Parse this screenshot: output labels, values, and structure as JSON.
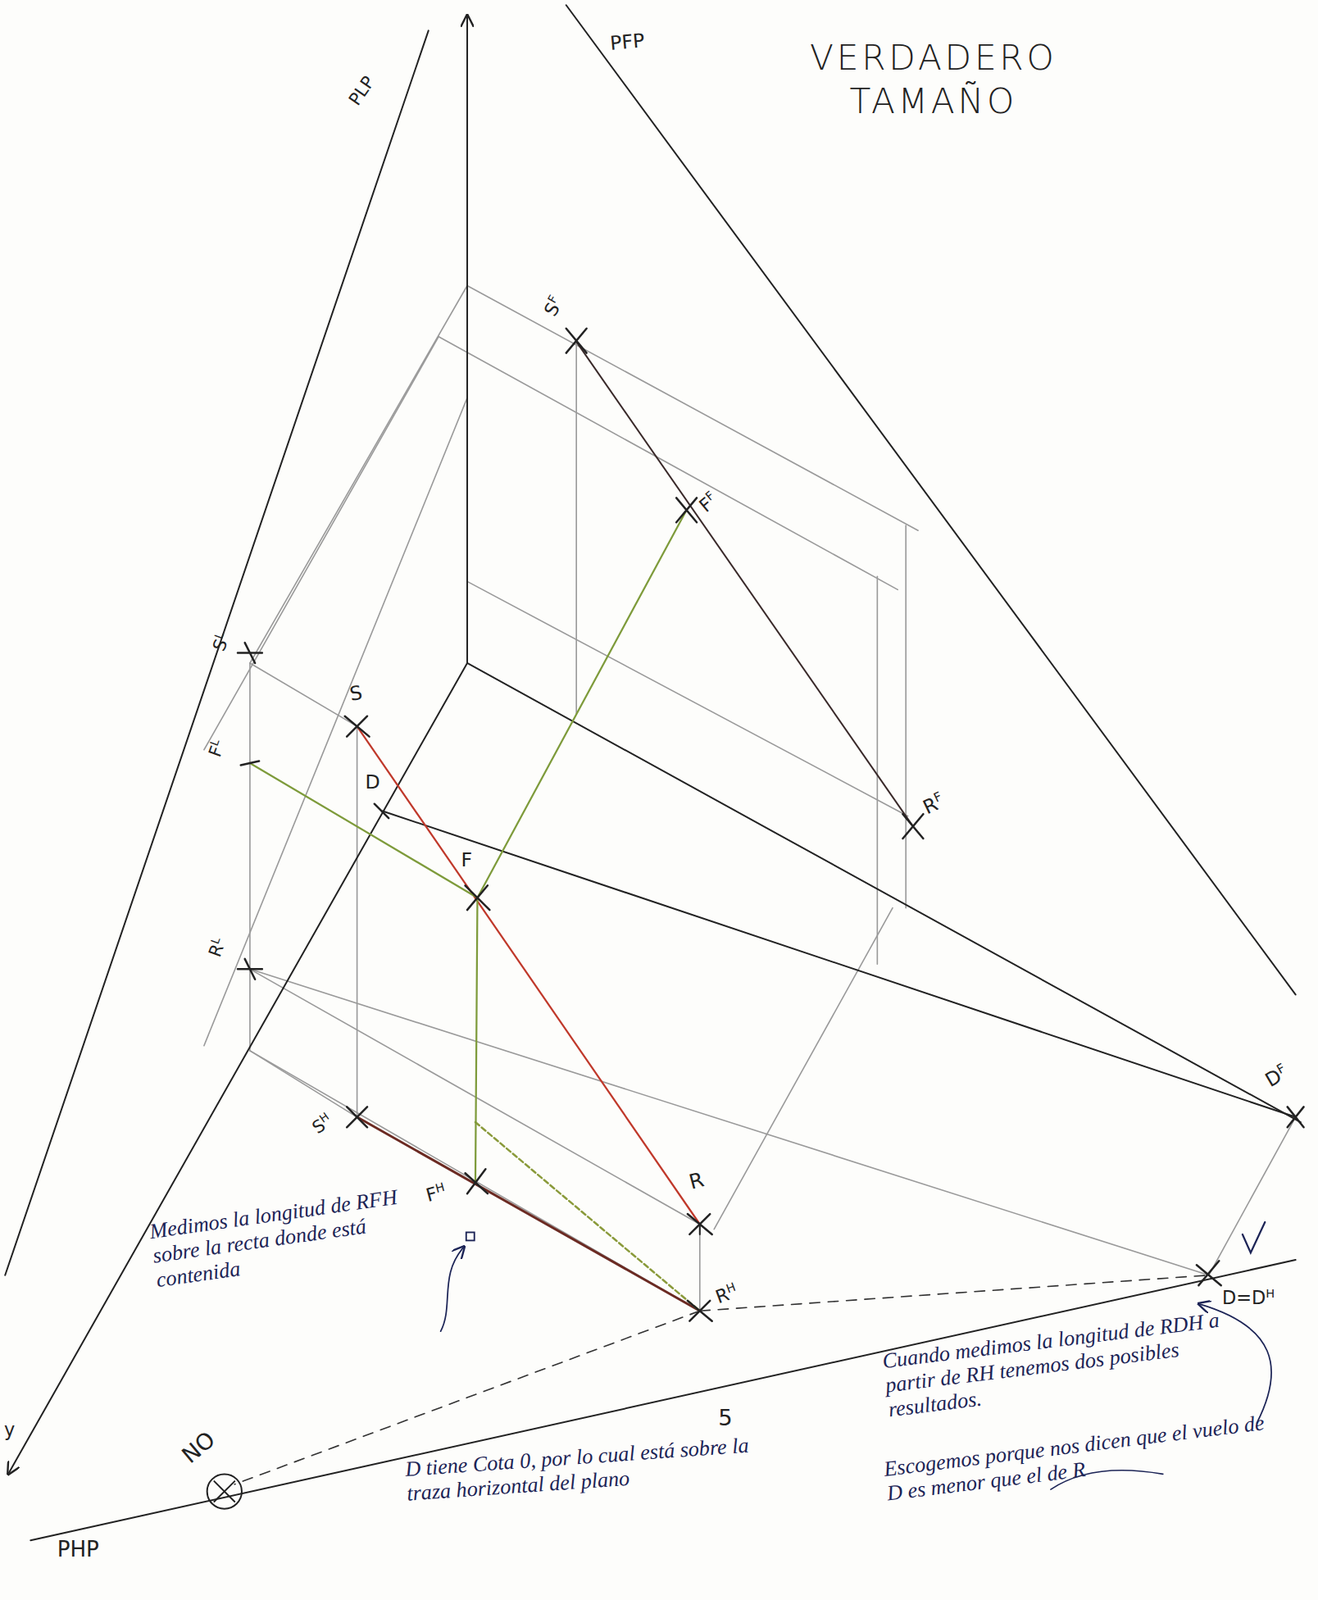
{
  "diagram": {
    "title": "VERDADERO TAMAÑO",
    "labels": [
      "PFP",
      "PLP",
      "SF",
      "FF",
      "SL",
      "S",
      "FL",
      "D",
      "F",
      "RF",
      "RL",
      "DF",
      "SH",
      "FH",
      "R",
      "RH",
      "D=DH",
      "y",
      "PHP",
      "NO",
      "5",
      "Medimos la longitud de RFH sobre la recta donde está contenida",
      "D tiene Cota 0, por lo cual está sobre la traza horizontal del plano",
      "Cuando medimos la longitud de RDH a partir de RH tenemos dos posibles resultados.",
      "Escogemos porque nos dicen que el vuelo de D es menor que el de R"
    ]
  }
}
